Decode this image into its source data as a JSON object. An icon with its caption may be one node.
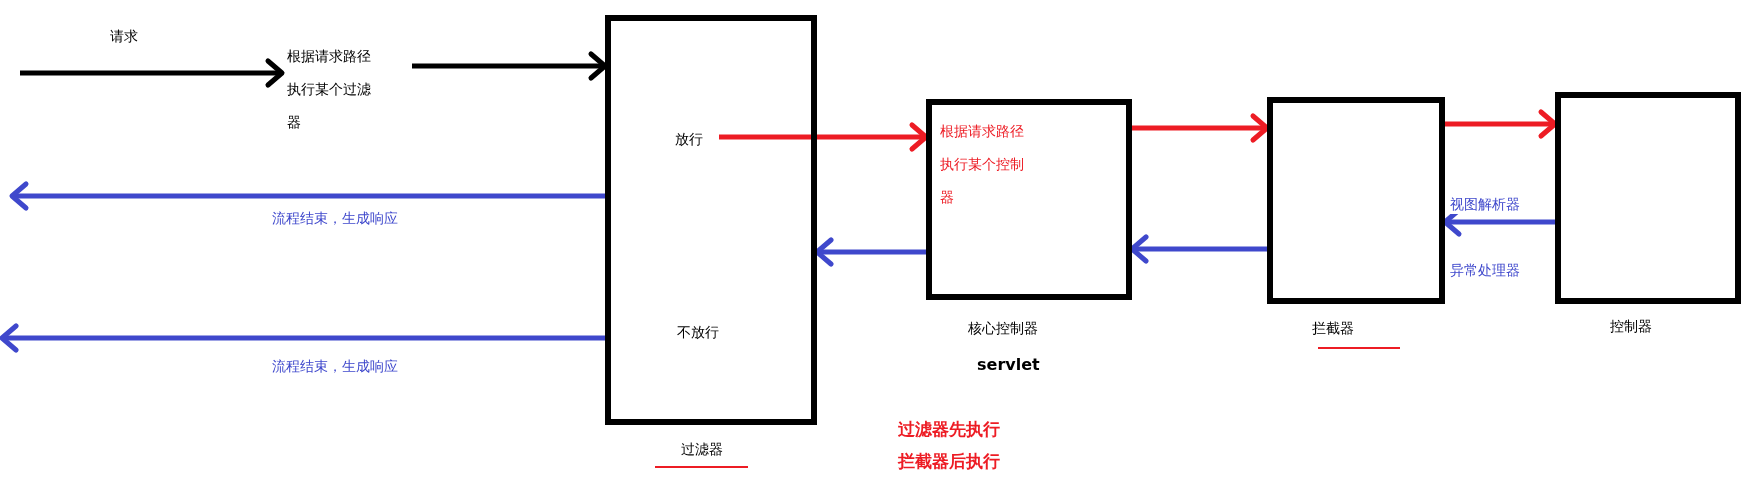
{
  "diagram": {
    "nodes": [
      {
        "text": [
          "根据请求路径执行某个过滤器"
        ]
      },
      {
        "text": [
          "不放行"
        ],
        "beside": [
          "过滤器"
        ]
      },
      {
        "text": [
          "放行"
        ],
        "in": 1
      },
      {
        "text": [
          "根据请求路径执行某个控制器"
        ],
        "beside": [
          "核心控制器",
          "servlet"
        ]
      },
      {
        "text": [],
        "shape": "box",
        "beside": [
          "拦截器"
        ]
      },
      {
        "text": [],
        "shape": "box",
        "beside": [
          "控制器"
        ]
      }
    ],
    "edges": [
      {
        "from": null,
        "to": 0,
        "arrow": "to",
        "label": "请求",
        "color": "#000000"
      },
      {
        "from": 0,
        "to": 1,
        "arrow": "to",
        "color": "#000000"
      },
      {
        "from": 2,
        "to": 3,
        "arrow": "to",
        "color": "#ed1c24"
      },
      {
        "from": 3,
        "to": 4,
        "arrow": "to",
        "color": "#ed1c24"
      },
      {
        "from": 4,
        "to": 5,
        "arrow": "to",
        "color": "#ed1c24"
      },
      {
        "from": 5,
        "to": 4,
        "arrow": "to",
        "label": "视图解析器"
      },
      {
        "from": 4,
        "to": 3,
        "arrow": "to"
      },
      {
        "from": 3,
        "to": 1,
        "arrow": "to"
      },
      {
        "from": 1,
        "to": null,
        "arrow": "to",
        "label": "流程结束，生成响应"
      },
      {
        "from": 1,
        "to": null,
        "arrow": "to",
        "label": "流程结束，生成响应"
      }
    ],
    "labels": [
      "异常处理器",
      "过滤器先执行",
      "拦截器后执行"
    ]
  }
}
